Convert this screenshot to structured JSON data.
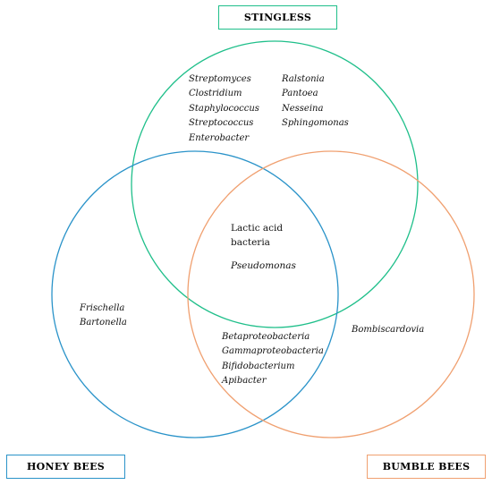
{
  "colors": {
    "stingless": "#1fbf8a",
    "honey_bees": "#2a93c9",
    "bumble_bees": "#f0a070"
  },
  "groups": {
    "stingless": "STINGLESS",
    "honey_bees": "HONEY BEES",
    "bumble_bees": "BUMBLE BEES"
  },
  "regions": {
    "stingless_only_col1": [
      "Streptomyces",
      "Clostridium",
      "Staphylococcus",
      "Streptococcus",
      "Enterobacter"
    ],
    "stingless_only_col2": [
      "Ralstonia",
      "Pantoea",
      "Nesseina",
      "Sphingomonas"
    ],
    "honey_only": [
      "Frischella",
      "Bartonella"
    ],
    "bumble_only": [
      "Bombiscardovia"
    ],
    "honey_bumble": [
      "Betaproteobacteria",
      "Gammaproteobacteria",
      "Bifidobacterium",
      "Apibacter"
    ],
    "all_three": {
      "line1": "Lactic acid",
      "line2": "bacteria",
      "genus": "Pseudomonas"
    }
  }
}
